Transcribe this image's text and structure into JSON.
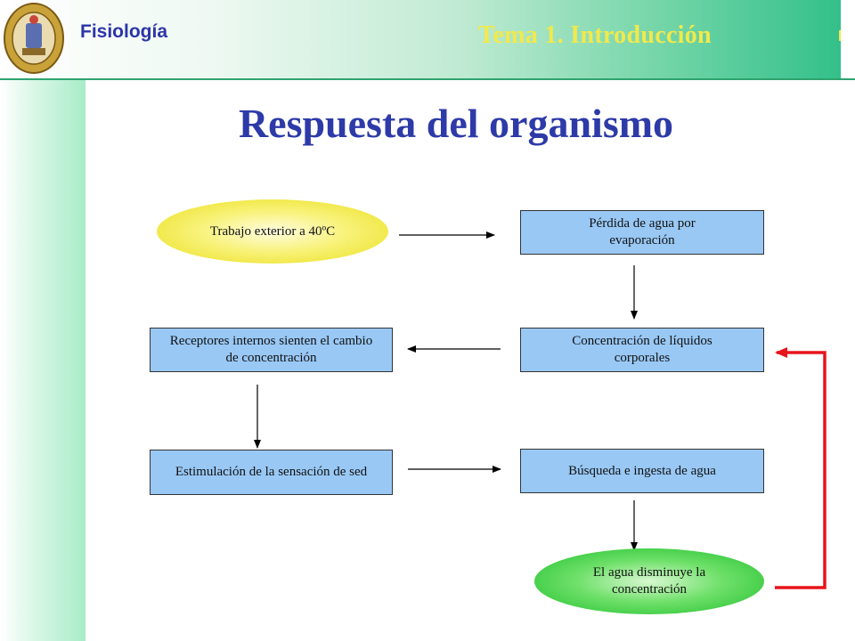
{
  "header": {
    "course": "Fisiología",
    "topic": "Tema 1. Introducción"
  },
  "slide": {
    "title": "Respuesta del organismo"
  },
  "diagram": {
    "start": "Trabajo exterior a 40ºC",
    "water_loss": "Pérdida de agua por evaporación",
    "concentration": "Concentración de líquidos corporales",
    "receptors": "Receptores internos sienten el cambio de concentración",
    "thirst": "Estimulación de la sensación de sed",
    "search": "Búsqueda e ingesta de agua",
    "result": "El agua disminuye la concentración"
  },
  "colors": {
    "title": "#2d3aa8",
    "topic": "#f2e94b",
    "box_fill": "#99c8f5",
    "feedback_arrow": "#e8141c"
  }
}
